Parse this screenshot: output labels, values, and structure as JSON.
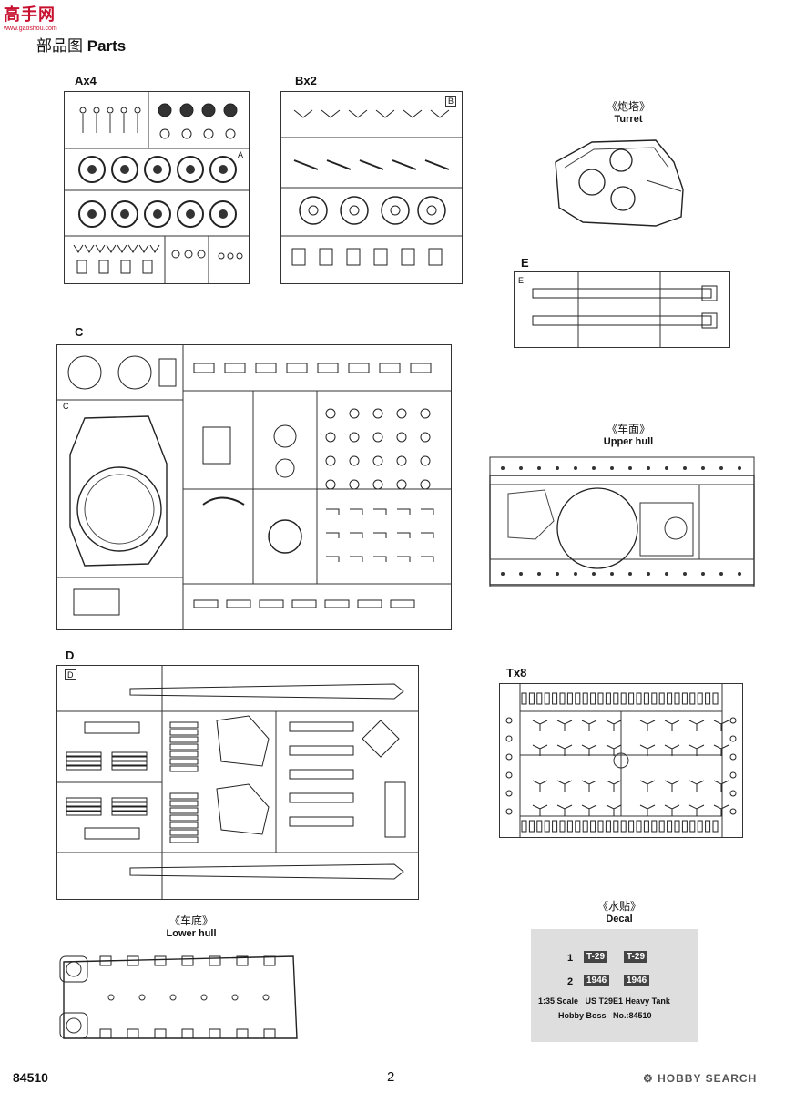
{
  "watermark": {
    "brand": "高手网",
    "url": "www.gaoshou.com"
  },
  "header": {
    "title_cn": "部品图",
    "title_en": "Parts"
  },
  "sprues": {
    "A": {
      "label": "Ax4",
      "letter": "A"
    },
    "B": {
      "label": "Bx2",
      "letter": "B"
    },
    "C": {
      "label": "C",
      "letter": "C"
    },
    "D": {
      "label": "D",
      "letter": "D"
    },
    "E": {
      "label": "E",
      "letter": "E"
    },
    "T": {
      "label": "Tx8"
    }
  },
  "parts": {
    "turret": {
      "cn": "《炮塔》",
      "en": "Turret"
    },
    "upper_hull": {
      "cn": "《车面》",
      "en": "Upper hull"
    },
    "lower_hull": {
      "cn": "《车底》",
      "en": "Lower hull"
    },
    "decal": {
      "cn": "《水贴》",
      "en": "Decal"
    }
  },
  "decal_sheet": {
    "row1_num": "1",
    "row1_a": "T-29",
    "row1_b": "T-29",
    "row2_num": "2",
    "row2_a": "1946",
    "row2_b": "1946",
    "line1": "1:35 Scale   US T29E1 Heavy Tank",
    "line2": "Hobby Boss   No.:84510"
  },
  "footer": {
    "code": "84510",
    "page": "2",
    "search_brand": "HOBBY SEARCH"
  }
}
